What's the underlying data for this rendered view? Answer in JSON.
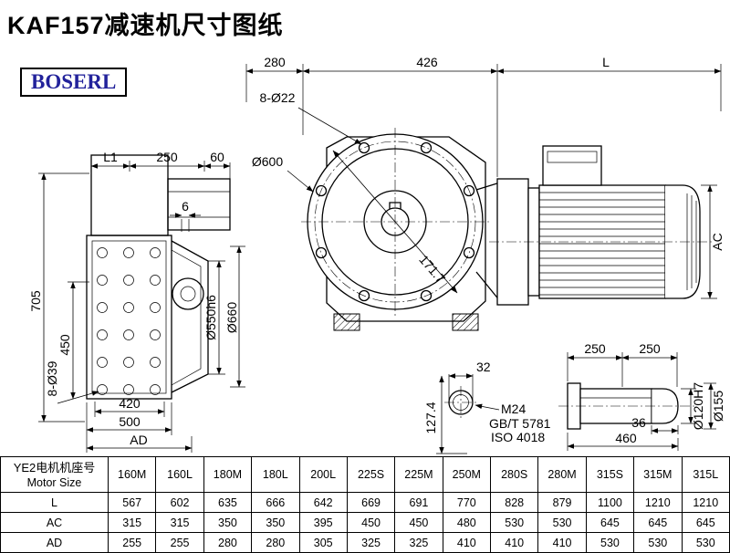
{
  "page": {
    "title": "KAF157减速机尺寸图纸",
    "brand": "BOSERL"
  },
  "dims": {
    "width_280": "280",
    "adapter_426": "426",
    "motor_length_L": "L",
    "front_bolt_holes": "8-Ø22",
    "flange_od": "Ø600",
    "diagonal_171_7": "171.7",
    "side_L1": "L1",
    "side_250": "250",
    "side_60": "60",
    "side_6": "6",
    "height_705": "705",
    "height_450": "450",
    "side_bolt_holes": "8-Ø39",
    "bolt_span_420": "420",
    "plate_500": "500",
    "depth_AD": "AD",
    "spigot_550": "Ø550h6",
    "flange_660": "Ø660",
    "motor_AC": "AC",
    "shaft_32": "32",
    "shaft_127_4": "127.4",
    "thread_M24": "M24",
    "std_gbt": "GB/T 5781",
    "std_iso": "ISO 4018",
    "shaft_250_a": "250",
    "shaft_250_b": "250",
    "shaft_36": "36",
    "shaft_460": "460",
    "bore_120": "Ø120H7",
    "shaft_155": "Ø155"
  },
  "table": {
    "header_cn": "YE2电机机座号",
    "header_en": "Motor Size",
    "sizes": [
      "160M",
      "160L",
      "180M",
      "180L",
      "200L",
      "225S",
      "225M",
      "250M",
      "280S",
      "280M",
      "315S",
      "315M",
      "315L"
    ],
    "rows": [
      {
        "label": "L",
        "values": [
          "567",
          "602",
          "635",
          "666",
          "642",
          "669",
          "691",
          "770",
          "828",
          "879",
          "1100",
          "1210",
          "1210"
        ]
      },
      {
        "label": "AC",
        "values": [
          "315",
          "315",
          "350",
          "350",
          "395",
          "450",
          "450",
          "480",
          "530",
          "530",
          "645",
          "645",
          "645"
        ]
      },
      {
        "label": "AD",
        "values": [
          "255",
          "255",
          "280",
          "280",
          "305",
          "325",
          "325",
          "410",
          "410",
          "410",
          "530",
          "530",
          "530"
        ]
      }
    ]
  }
}
